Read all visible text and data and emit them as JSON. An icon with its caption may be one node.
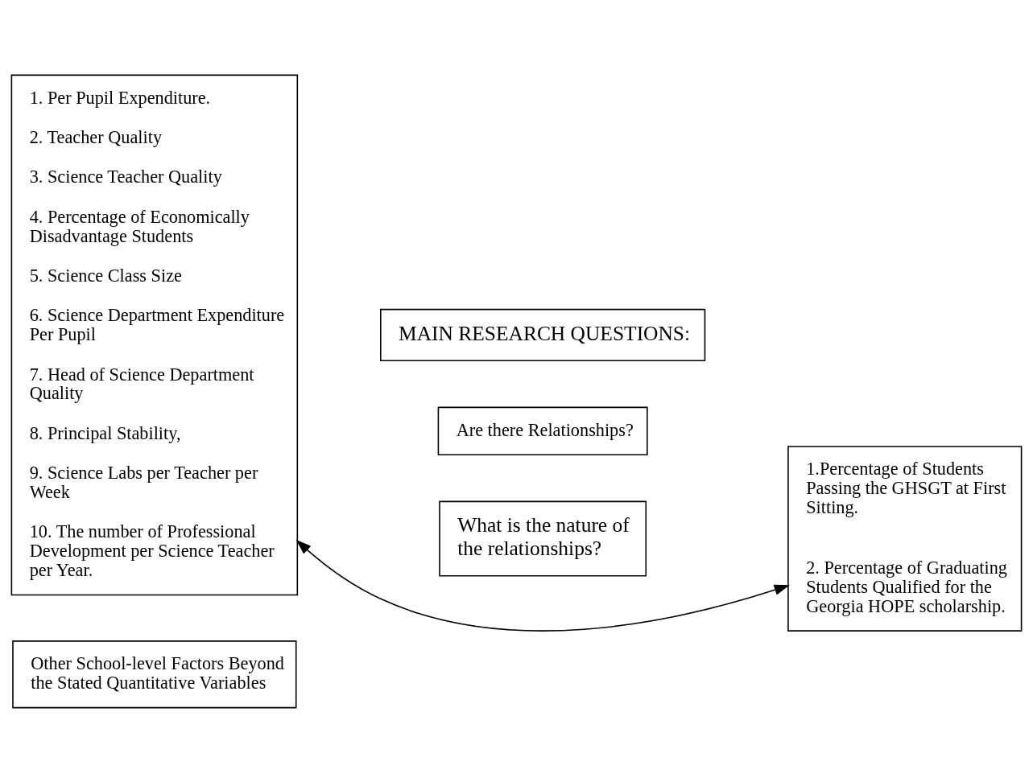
{
  "diagram": {
    "nodes": [
      {
        "text": [
          "1. Per Pupil Expenditure.",
          "2. Teacher Quality",
          "3. Science Teacher Quality",
          "4. Percentage of Economically Disadvantage Students",
          "5. Science Class Size",
          "6. Science Department Expenditure Per Pupil",
          "7. Head of Science Department Quality",
          "8. Principal Stability,",
          "9. Science Labs per Teacher per Week",
          "10. The number of Professional Development per Science Teacher per Year."
        ]
      },
      {
        "text": [
          "Other School-level Factors Beyond the Stated Quantitative Variables"
        ]
      },
      {
        "text": [
          "MAIN RESEARCH QUESTIONS:"
        ]
      },
      {
        "text": [
          "Are there Relationships?"
        ]
      },
      {
        "text": [
          "What is the nature of the relationships?"
        ]
      },
      {
        "text": [
          "1.Percentage of Students Passing the GHSGT at First Sitting.",
          "2. Percentage of Graduating Students Qualified for the Georgia HOPE scholarship."
        ]
      }
    ],
    "edges": [
      {
        "from": 0,
        "to": 5,
        "arrow": "both"
      }
    ]
  }
}
